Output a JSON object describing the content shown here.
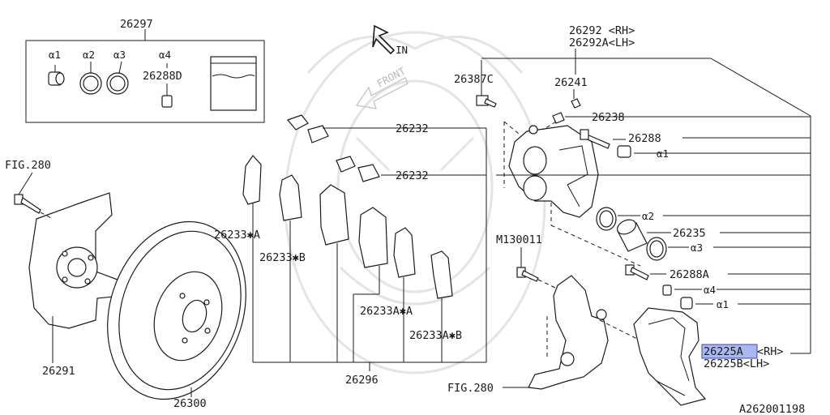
{
  "labels": {
    "kit": "26297",
    "a1_kit": "α1",
    "a2_kit": "α2",
    "a3_kit": "α3",
    "a4_kit": "α4",
    "grease": "26288D",
    "fig280_top": "FIG.280",
    "caliper_rh": "26292 <RH>",
    "caliper_lh": "26292A<LH>",
    "bolt_387": "26387C",
    "bleeder": "26241",
    "cap_238": "26238",
    "pin_288": "26288",
    "a1_pin": "α1",
    "a2_seal": "α2",
    "piston": "26235",
    "a3_boot": "α3",
    "pin_288a": "26288A",
    "a4_boot": "α4",
    "a1_boot": "α1",
    "clip_1": "26232",
    "clip_2": "26232",
    "shim_a": "26233✱A",
    "shim_b": "26233✱B",
    "shim_aa": "26233A✱A",
    "shim_ab": "26233A✱B",
    "pads": "26296",
    "m_bolt": "M130011",
    "fig280_bot": "FIG.280",
    "support_rh_part": "26225A",
    "support_rh_side": "<RH>",
    "support_lh": "26225B<LH>",
    "cover": "26291",
    "rotor": "26300",
    "direction_in": "IN",
    "direction_front": "FRONT",
    "diagram_id": "A262001198"
  },
  "highlight_color": "#aab8f0"
}
